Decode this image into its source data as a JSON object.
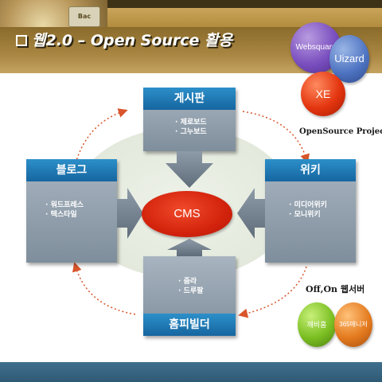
{
  "header": {
    "title": "웹2.0 – Open Source 활용",
    "key_label": "Bac"
  },
  "diagram": {
    "center": "CMS",
    "boards": {
      "title": "게시판",
      "items": [
        "제로보드",
        "그누보드"
      ]
    },
    "blog": {
      "title": "블로그",
      "items": [
        "워드프레스",
        "텍스타일"
      ]
    },
    "wiki": {
      "title": "위키",
      "items": [
        "미디어위키",
        "모니위키"
      ]
    },
    "homepage_builder": {
      "title": "홈피빌더",
      "items": [
        "줌라",
        "드루팔"
      ]
    }
  },
  "open_source_project": {
    "label": "OpenSource Project",
    "items": [
      "Websquare",
      "Uizard",
      "XE"
    ]
  },
  "web_server": {
    "label": "Off,On 웹서버",
    "items": [
      "깨비홈",
      "365매니저"
    ]
  },
  "colors": {
    "header_brown": "#7a5e22",
    "card_head_blue": "#1f78b4",
    "card_body_gray": "#8f9eac",
    "cms_red": "#d3230c",
    "footer_blue": "#35627f"
  }
}
